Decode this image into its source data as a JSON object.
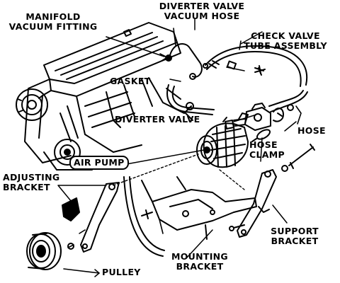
{
  "labels": {
    "manifold_vacuum_fitting": [
      "MANIFOLD",
      "VACUUM FITTING"
    ],
    "diverter_valve_vacuum_hose": [
      "DIVERTER VALVE",
      "VACUUM HOSE"
    ],
    "check_valve_tube_assembly": [
      "CHECK VALVE",
      "TUBE ASSEMBLY"
    ],
    "gasket": "GASKET",
    "diverter_valve": "DIVERTER VALVE",
    "hose": "HOSE",
    "air_pump": "AIR PUMP",
    "hose_clamp": [
      "HOSE",
      "CLAMP"
    ],
    "adjusting_bracket": [
      "ADJUSTING",
      "BRACKET"
    ],
    "support_bracket": [
      "SUPPORT",
      "BRACKET"
    ],
    "mounting_bracket": [
      "MOUNTING",
      "BRACKET"
    ],
    "pulley": "PULLEY"
  },
  "colors": {
    "ink": "#000000",
    "paper": "#ffffff"
  }
}
